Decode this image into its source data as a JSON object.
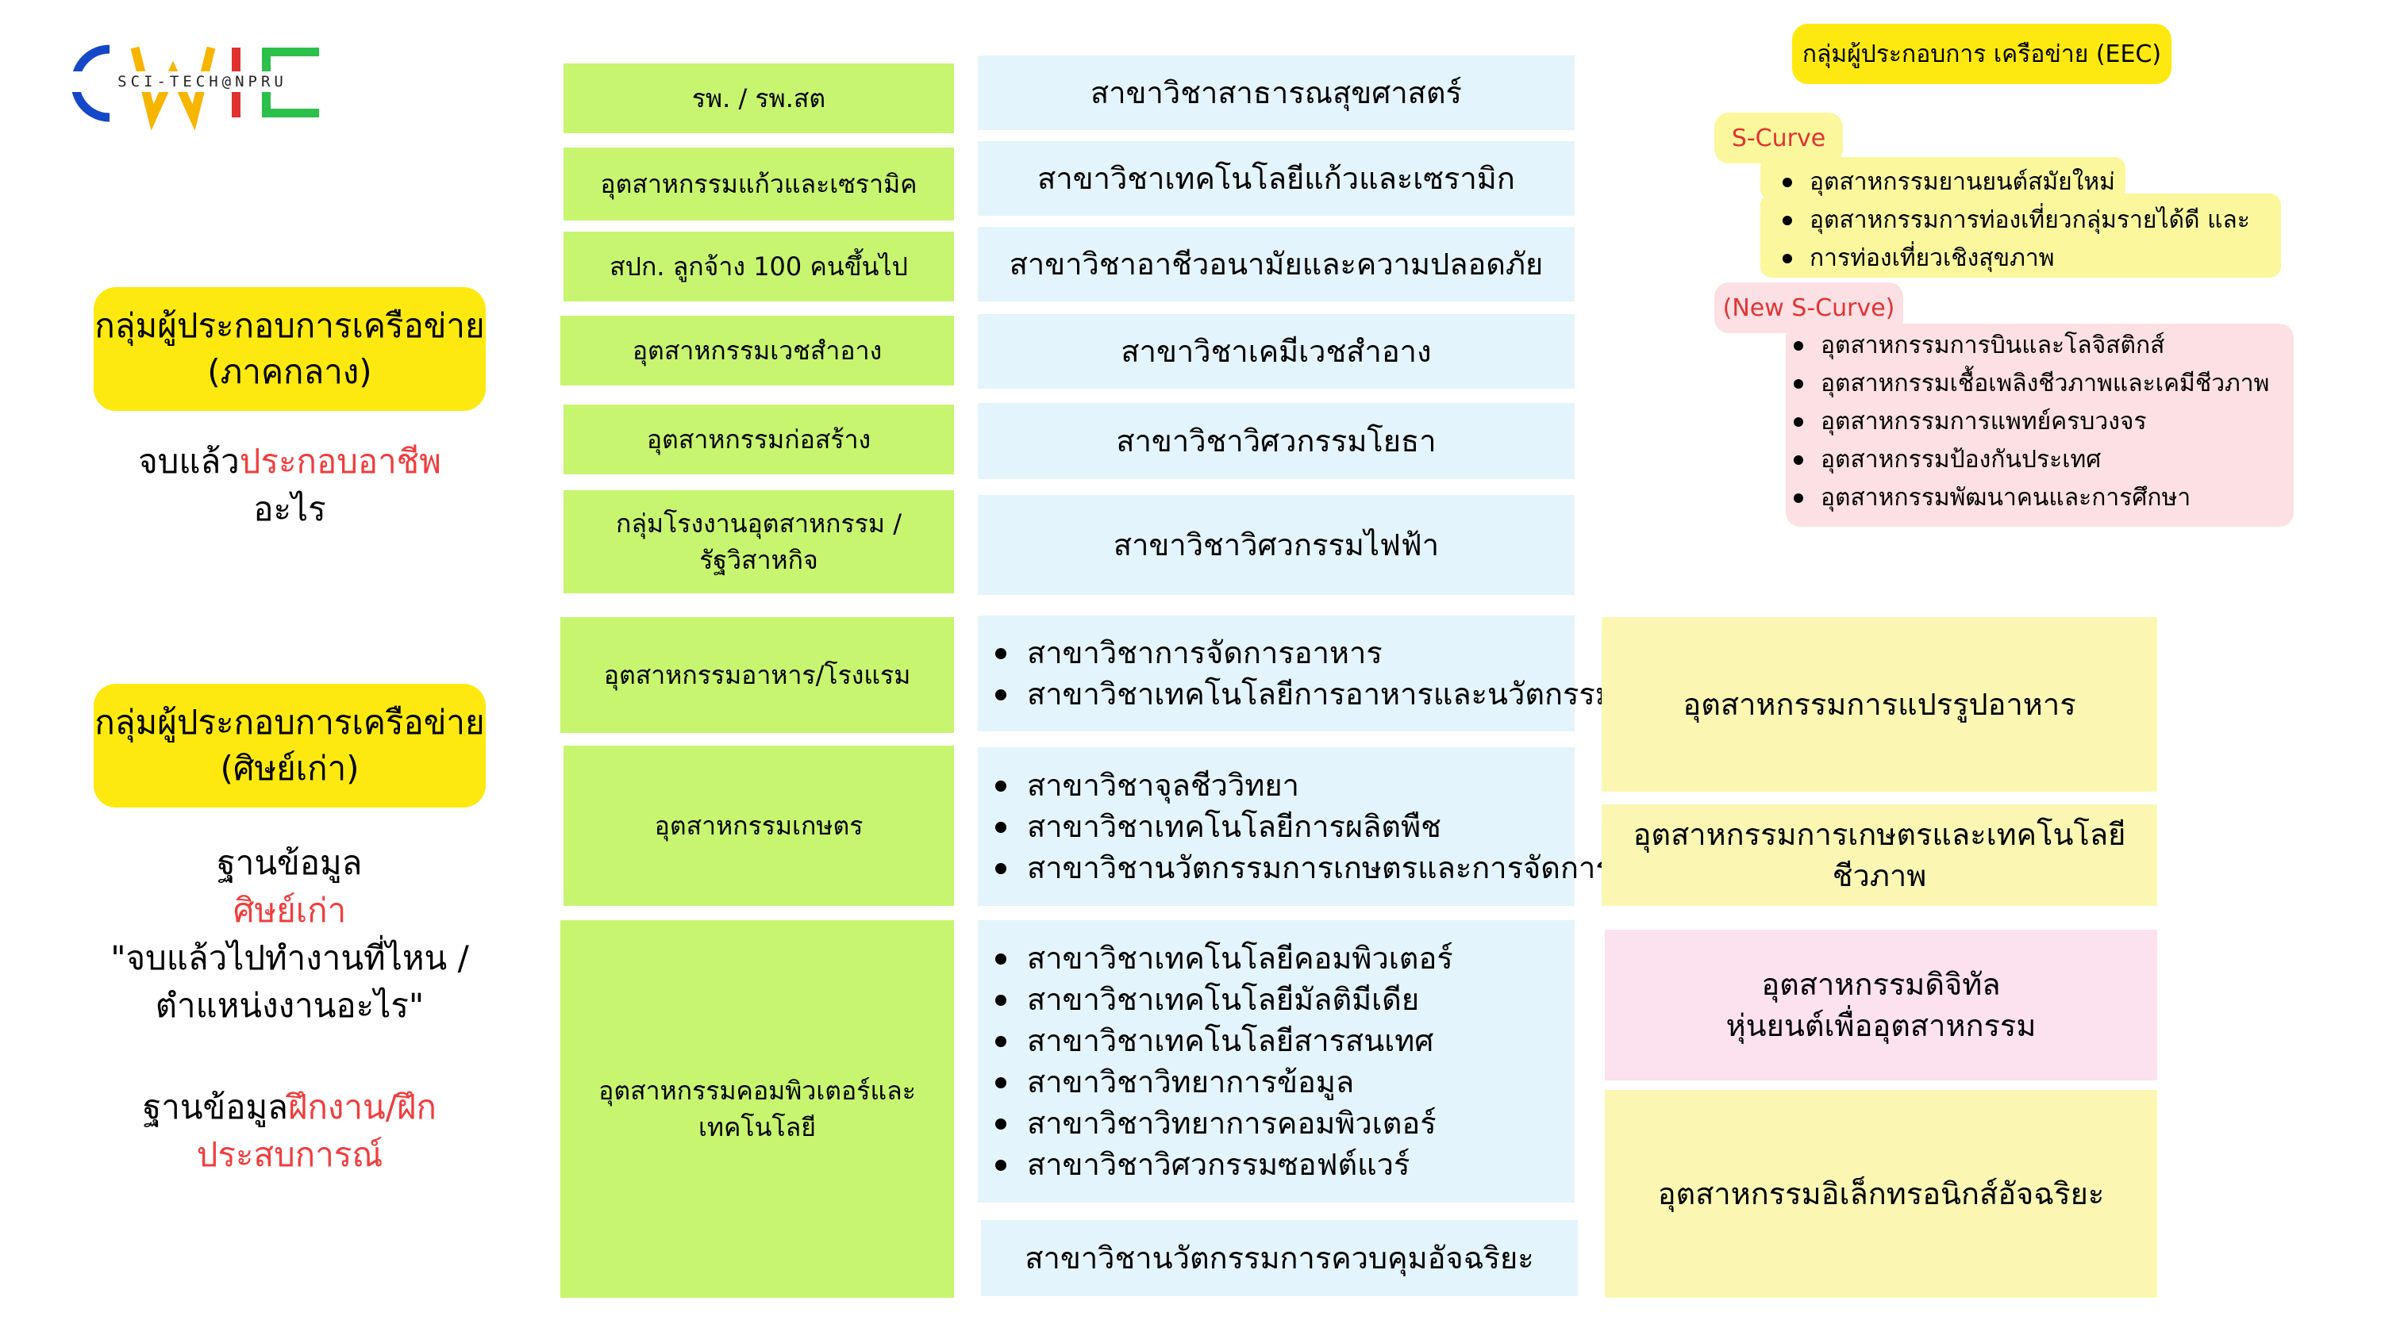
{
  "logo": {
    "text": "CWIE",
    "subtext": "SCI-TECH@NPRU"
  },
  "left": {
    "group1": {
      "title": [
        "กลุ่มผู้ประกอบการเครือข่าย",
        "(ภาคกลาง)"
      ]
    },
    "group1_desc": {
      "pre": "จบแล้ว",
      "highlight": "ประกอบอาชีพ",
      "post": "อะไร"
    },
    "group2": {
      "title": [
        "กลุ่มผู้ประกอบการเครือข่าย",
        "(ศิษย์เก่า)"
      ]
    },
    "db1": {
      "l1": "ฐานข้อมูล",
      "l2": "ศิษย์เก่า",
      "l3": "\"จบแล้วไปทำงานที่ไหน /",
      "l4": "ตำแหน่งงานอะไร\""
    },
    "db2": {
      "pre": "ฐานข้อมูล",
      "hl1": "ฝึกงาน/ฝึก",
      "hl2": "ประสบการณ์"
    }
  },
  "industries": [
    "รพ.  / รพ.สต",
    "อุตสาหกรรมแก้วและเซรามิค",
    "สปก. ลูกจ้าง 100 คนขึ้นไป",
    "อุตสาหกรรมเวชสำอาง",
    "อุตสาหกรรมก่อสร้าง",
    "กลุ่มโรงงานอุตสาหกรรม /\nรัฐวิสาหกิจ",
    "อุตสาหกรรมอาหาร/โรงแรม",
    "อุตสาหกรรมเกษตร",
    "อุตสาหกรรมคอมพิวเตอร์และ\nเทคโนโลยี"
  ],
  "majors": [
    "สาขาวิชาสาธารณสุขศาสตร์",
    "สาขาวิชาเทคโนโลยีแก้วและเซรามิก",
    "สาขาวิชาอาชีวอนามัยและความปลอดภัย",
    "สาขาวิชาเคมีเวชสำอาง",
    "สาขาวิชาวิศวกรรมโยธา",
    "สาขาวิชาวิศวกรรมไฟฟ้า",
    "สาขาวิชานวัตกรรมการควบคุมอัจฉริยะ"
  ],
  "major_lists": {
    "food": [
      "สาขาวิชาการจัดการอาหาร",
      "สาขาวิชาเทคโนโลยีการอาหารและนวัตกรรม"
    ],
    "agri": [
      "สาขาวิชาจุลชีววิทยา",
      "สาขาวิชาเทคโนโลยีการผลิตพืช",
      "สาขาวิชานวัตกรรมการเกษตรและการจัดการ"
    ],
    "comp": [
      "สาขาวิชาเทคโนโลยีคอมพิวเตอร์",
      "สาขาวิชาเทคโนโลยีมัลติมีเดีย",
      "สาขาวิชาเทคโนโลยีสารสนเทศ",
      "สาขาวิชาวิทยาการข้อมูล",
      "สาขาวิชาวิทยาการคอมพิวเตอร์",
      "สาขาวิชาวิศวกรรมซอฟต์แวร์"
    ]
  },
  "target": [
    "อุตสาหกรรมการแปรรูปอาหาร",
    "อุตสาหกรรมการเกษตรและเทคโนโลยีชีวภาพ",
    "อุตสาหกรรมดิจิทัล\nหุ่นยนต์เพื่ออุตสาหกรรม",
    "อุตสาหกรรมอิเล็กทรอนิกส์อัจฉริยะ"
  ],
  "eec": {
    "title": "กลุ่มผู้ประกอบการ เครือข่าย (EEC)",
    "scurve_label": "S-Curve",
    "scurve_items": [
      "อุตสาหกรรมยานยนต์สมัยใหม่",
      "อุตสาหกรรมการท่องเที่ยวกลุ่มรายได้ดี และ",
      "การท่องเที่ยวเชิงสุขภาพ"
    ],
    "new_label": "(New S-Curve)",
    "new_items": [
      "อุตสาหกรรมการบินและโลจิสติกส์",
      "อุตสาหกรรมเชื้อเพลิงชีวภาพและเคมีชีวภาพ",
      "อุตสาหกรรมการแพทย์ครบวงจร",
      "อุตสาหกรรมป้องกันประเทศ",
      "อุตสาหกรรมพัฒนาคนและการศึกษา"
    ]
  },
  "colors": {
    "green": "#c8f56f",
    "blue": "#e3f4fc",
    "yellow": "#fde90f",
    "red": "#f03d3d"
  }
}
